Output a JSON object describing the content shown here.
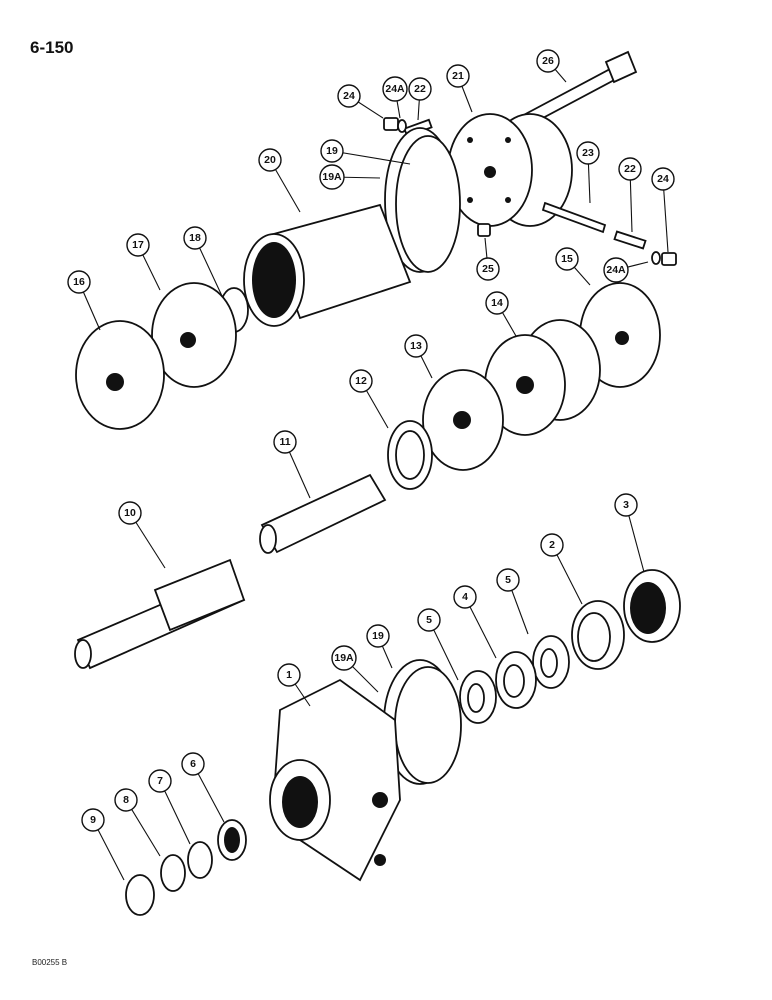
{
  "page_number": "6-150",
  "figure_code": "B00255 B",
  "callouts": [
    {
      "id": "c1",
      "label": "1"
    },
    {
      "id": "c2",
      "label": "2"
    },
    {
      "id": "c3",
      "label": "3"
    },
    {
      "id": "c4",
      "label": "4"
    },
    {
      "id": "c5a",
      "label": "5"
    },
    {
      "id": "c5b",
      "label": "5"
    },
    {
      "id": "c6",
      "label": "6"
    },
    {
      "id": "c7",
      "label": "7"
    },
    {
      "id": "c8",
      "label": "8"
    },
    {
      "id": "c9",
      "label": "9"
    },
    {
      "id": "c10",
      "label": "10"
    },
    {
      "id": "c11",
      "label": "11"
    },
    {
      "id": "c12",
      "label": "12"
    },
    {
      "id": "c13",
      "label": "13"
    },
    {
      "id": "c14",
      "label": "14"
    },
    {
      "id": "c15",
      "label": "15"
    },
    {
      "id": "c16",
      "label": "16"
    },
    {
      "id": "c17",
      "label": "17"
    },
    {
      "id": "c18",
      "label": "18"
    },
    {
      "id": "c19a",
      "label": "19"
    },
    {
      "id": "c19Aa",
      "label": "19A"
    },
    {
      "id": "c19b",
      "label": "19"
    },
    {
      "id": "c19Ab",
      "label": "19A"
    },
    {
      "id": "c20",
      "label": "20"
    },
    {
      "id": "c21",
      "label": "21"
    },
    {
      "id": "c22a",
      "label": "22"
    },
    {
      "id": "c22b",
      "label": "22"
    },
    {
      "id": "c23",
      "label": "23"
    },
    {
      "id": "c24a",
      "label": "24"
    },
    {
      "id": "c24Aa",
      "label": "24A"
    },
    {
      "id": "c24b",
      "label": "24"
    },
    {
      "id": "c24Ab",
      "label": "24A"
    },
    {
      "id": "c25",
      "label": "25"
    },
    {
      "id": "c26",
      "label": "26"
    }
  ]
}
